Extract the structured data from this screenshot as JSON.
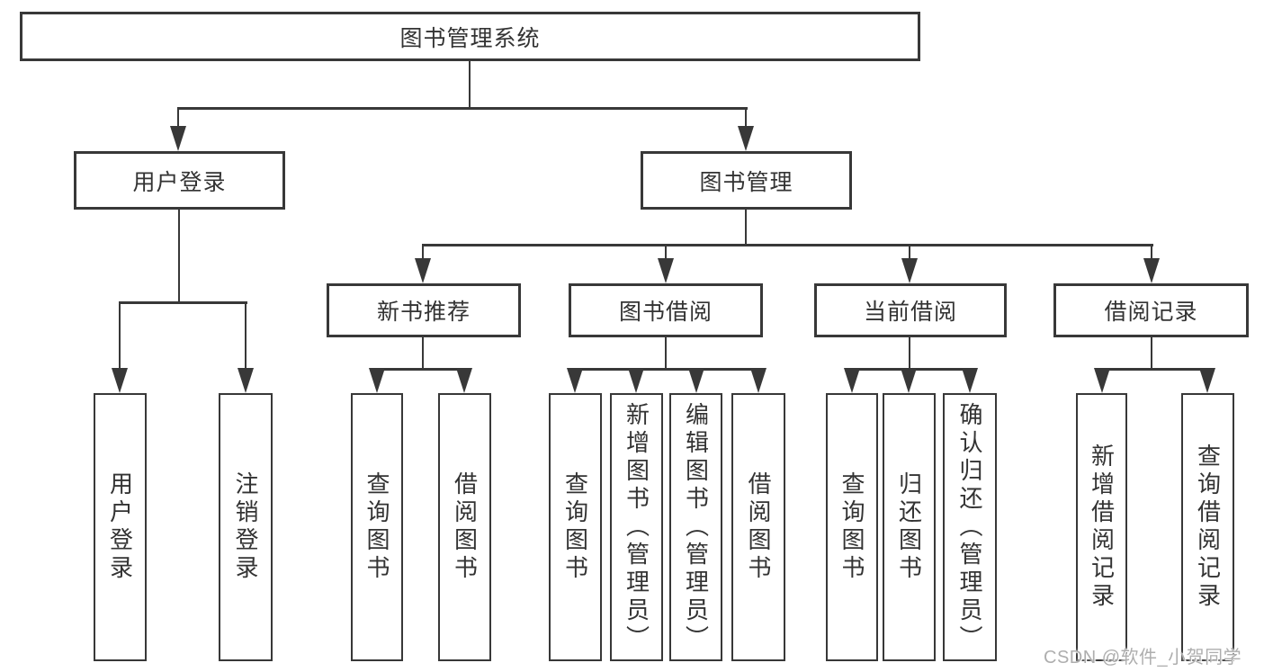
{
  "tree": {
    "root": "图书管理系统",
    "branches": [
      {
        "label": "用户登录",
        "leaves": [
          "用户登录",
          "注销登录"
        ]
      },
      {
        "label": "图书管理",
        "groups": [
          {
            "label": "新书推荐",
            "leaves": [
              "查询图书",
              "借阅图书"
            ]
          },
          {
            "label": "图书借阅",
            "leaves": [
              "查询图书",
              "新增图书（管理员）",
              "编辑图书（管理员）",
              "借阅图书"
            ]
          },
          {
            "label": "当前借阅",
            "leaves": [
              "查询图书",
              "归还图书",
              "确认归还（管理员）"
            ]
          },
          {
            "label": "借阅记录",
            "leaves": [
              "新增借阅记录",
              "查询借阅记录"
            ]
          }
        ]
      }
    ]
  },
  "watermark": "CSDN @软件_小贺同学",
  "colors": {
    "line": "#383838",
    "text": "#333333",
    "watermark": "#aeaeae",
    "background": "#ffffff"
  }
}
